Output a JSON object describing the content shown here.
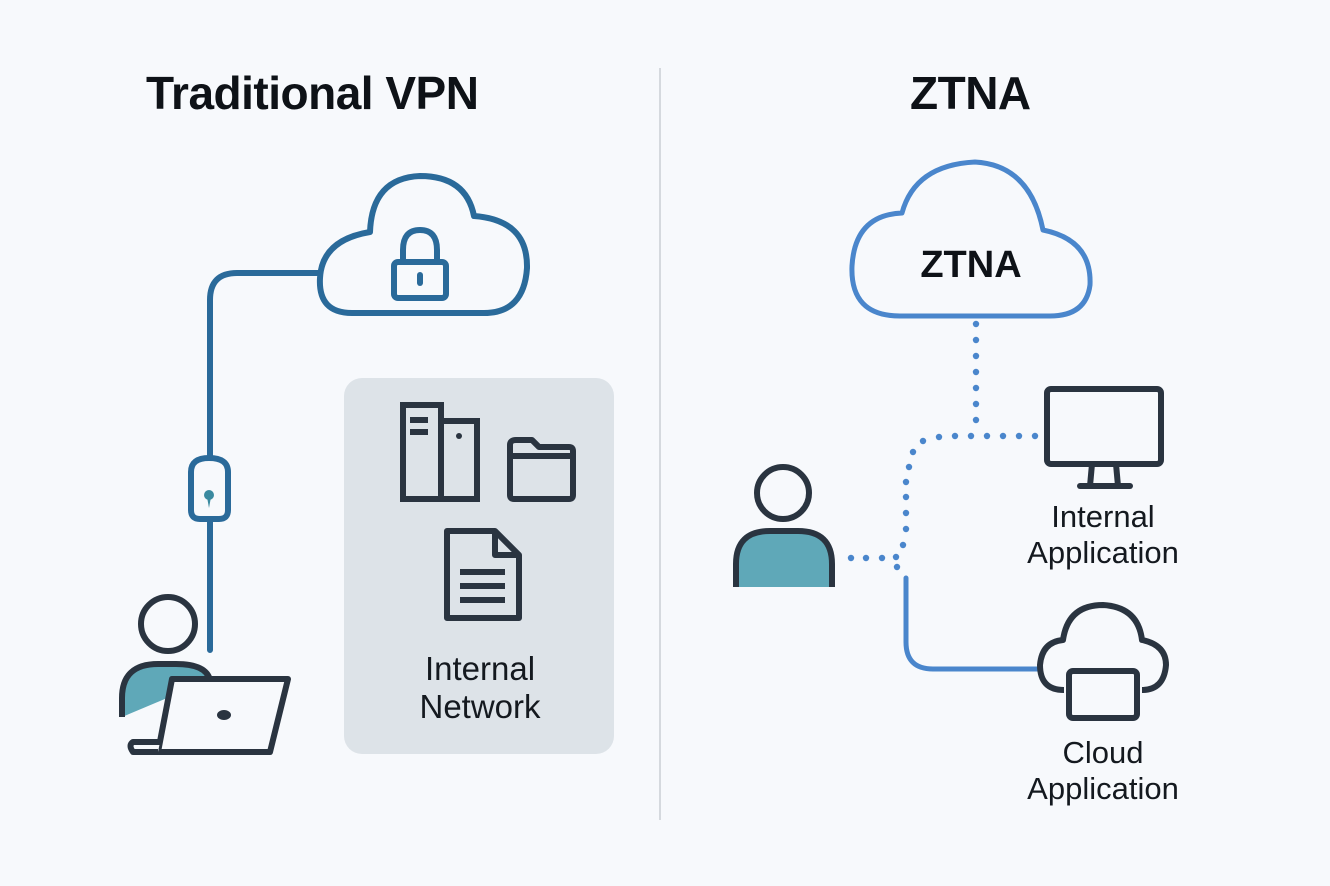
{
  "left_panel": {
    "title": "Traditional VPN",
    "internal_network_label_line1": "Internal",
    "internal_network_label_line2": "Network",
    "icons": [
      "lock-cloud-icon",
      "keyhole-connector-icon",
      "user-laptop-icon",
      "server-icon",
      "folder-icon",
      "document-icon"
    ]
  },
  "right_panel": {
    "title": "ZTNA",
    "cloud_label": "ZTNA",
    "internal_app_label_line1": "Internal",
    "internal_app_label_line2": "Application",
    "cloud_app_label_line1": "Cloud",
    "cloud_app_label_line2": "Application",
    "icons": [
      "ztna-cloud-icon",
      "user-icon",
      "monitor-icon",
      "cloud-app-icon"
    ]
  },
  "colors": {
    "background": "#f7f9fc",
    "vpn_line": "#2a6a9a",
    "ztna_line": "#4a86cc",
    "icon_stroke": "#2a3440",
    "user_fill": "#5fa8b8",
    "network_box": "#dde3e8",
    "divider": "#d5d9de"
  }
}
